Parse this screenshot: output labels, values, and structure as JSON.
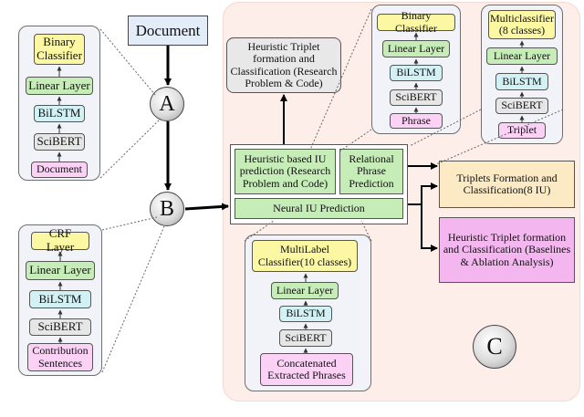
{
  "document_label": "Document",
  "node_a": "A",
  "node_b": "B",
  "node_c": "C",
  "group_a": {
    "binary_classifier": "Binary Classifier",
    "linear_layer": "Linear Layer",
    "bilstm": "BiLSTM",
    "scibert": "SciBERT",
    "input": "Document"
  },
  "group_b": {
    "crf_layer": "CRF Layer",
    "linear_layer": "Linear Layer",
    "bilstm": "BiLSTM",
    "scibert": "SciBERT",
    "input": "Contribution Sentences"
  },
  "section_c": {
    "heuristic_triplet_top": "Heuristic Triplet formation and Classification (Research Problem & Code)",
    "heuristic_iu": "Heuristic based IU prediction (Research Problem and Code)",
    "relational_phrase": "Relational Phrase Prediction",
    "neural_iu": "Neural IU Prediction",
    "triplets_formation": "Triplets Formation and Classification(8 IU)",
    "heuristic_triplet_baselines": "Heuristic Triplet formation and Classification (Baselines & Ablation Analysis)"
  },
  "phrase_model": {
    "binary_classifier": "Binary Classifier",
    "linear_layer": "Linear Layer",
    "bilstm": "BiLSTM",
    "scibert": "SciBERT",
    "input": "Phrase"
  },
  "triplet_model": {
    "classifier": "Multiclassifier (8 classes)",
    "linear_layer": "Linear Layer",
    "bilstm": "BiLSTM",
    "scibert": "SciBERT",
    "input": "Triplet"
  },
  "iu_model": {
    "classifier": "MultiLabel Classifier(10 classes)",
    "linear_layer": "Linear Layer",
    "bilstm": "BiLSTM",
    "scibert": "SciBERT",
    "input": "Concatenated Extracted Phrases"
  }
}
